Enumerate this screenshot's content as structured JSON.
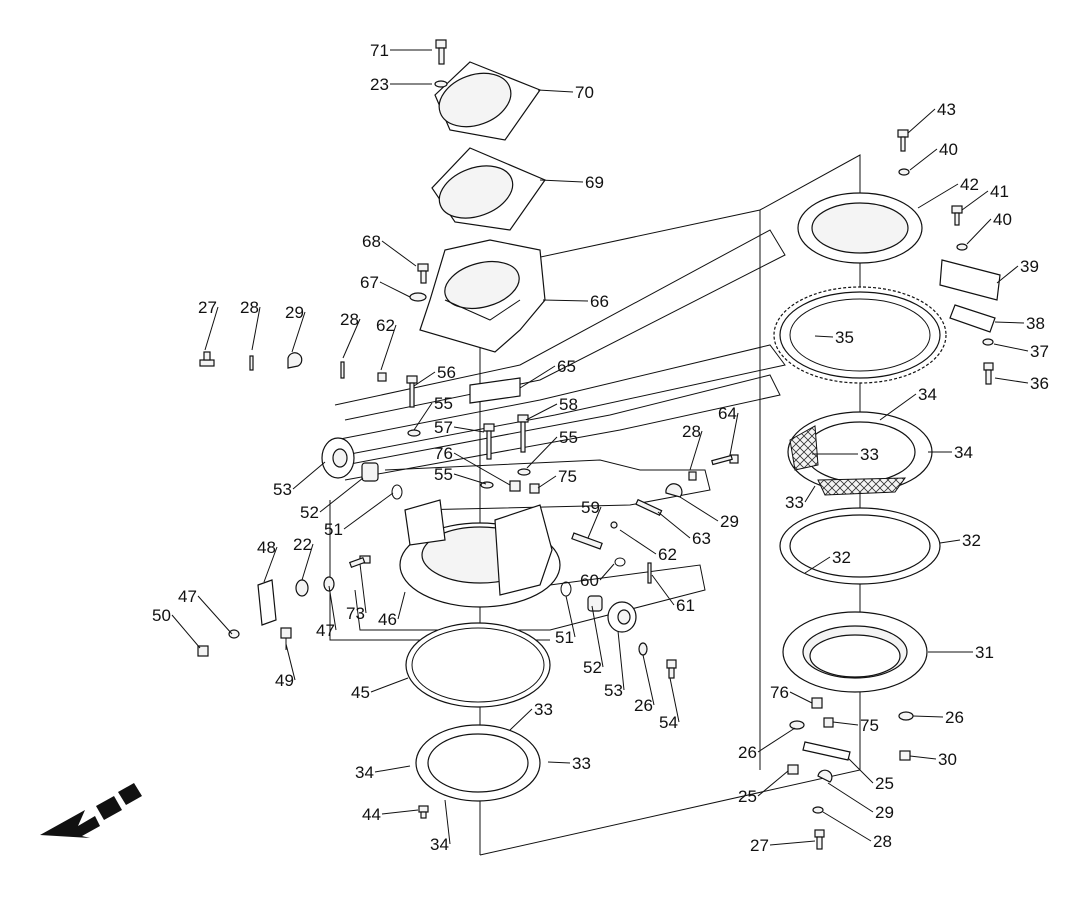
{
  "callouts": [
    {
      "n": "71"
    },
    {
      "n": "23"
    },
    {
      "n": "70"
    },
    {
      "n": "69"
    },
    {
      "n": "68"
    },
    {
      "n": "67"
    },
    {
      "n": "66"
    },
    {
      "n": "27"
    },
    {
      "n": "28"
    },
    {
      "n": "29"
    },
    {
      "n": "28"
    },
    {
      "n": "62"
    },
    {
      "n": "56"
    },
    {
      "n": "65"
    },
    {
      "n": "55"
    },
    {
      "n": "57"
    },
    {
      "n": "58"
    },
    {
      "n": "55"
    },
    {
      "n": "76"
    },
    {
      "n": "55"
    },
    {
      "n": "75"
    },
    {
      "n": "53"
    },
    {
      "n": "52"
    },
    {
      "n": "51"
    },
    {
      "n": "43"
    },
    {
      "n": "40"
    },
    {
      "n": "42"
    },
    {
      "n": "41"
    },
    {
      "n": "40"
    },
    {
      "n": "39"
    },
    {
      "n": "38"
    },
    {
      "n": "37"
    },
    {
      "n": "36"
    },
    {
      "n": "35"
    },
    {
      "n": "34"
    },
    {
      "n": "33"
    },
    {
      "n": "34"
    },
    {
      "n": "33"
    },
    {
      "n": "32"
    },
    {
      "n": "32"
    },
    {
      "n": "31"
    },
    {
      "n": "64"
    },
    {
      "n": "28"
    },
    {
      "n": "29"
    },
    {
      "n": "63"
    },
    {
      "n": "59"
    },
    {
      "n": "62"
    },
    {
      "n": "60"
    },
    {
      "n": "61"
    },
    {
      "n": "48"
    },
    {
      "n": "22"
    },
    {
      "n": "47"
    },
    {
      "n": "73"
    },
    {
      "n": "46"
    },
    {
      "n": "47"
    },
    {
      "n": "50"
    },
    {
      "n": "49"
    },
    {
      "n": "51"
    },
    {
      "n": "52"
    },
    {
      "n": "53"
    },
    {
      "n": "26"
    },
    {
      "n": "54"
    },
    {
      "n": "45"
    },
    {
      "n": "33"
    },
    {
      "n": "34"
    },
    {
      "n": "33"
    },
    {
      "n": "44"
    },
    {
      "n": "34"
    },
    {
      "n": "76"
    },
    {
      "n": "75"
    },
    {
      "n": "26"
    },
    {
      "n": "26"
    },
    {
      "n": "25"
    },
    {
      "n": "30"
    },
    {
      "n": "25"
    },
    {
      "n": "29"
    },
    {
      "n": "28"
    },
    {
      "n": "27"
    }
  ],
  "colors": {
    "ink": "#111111",
    "paper": "#ffffff"
  }
}
